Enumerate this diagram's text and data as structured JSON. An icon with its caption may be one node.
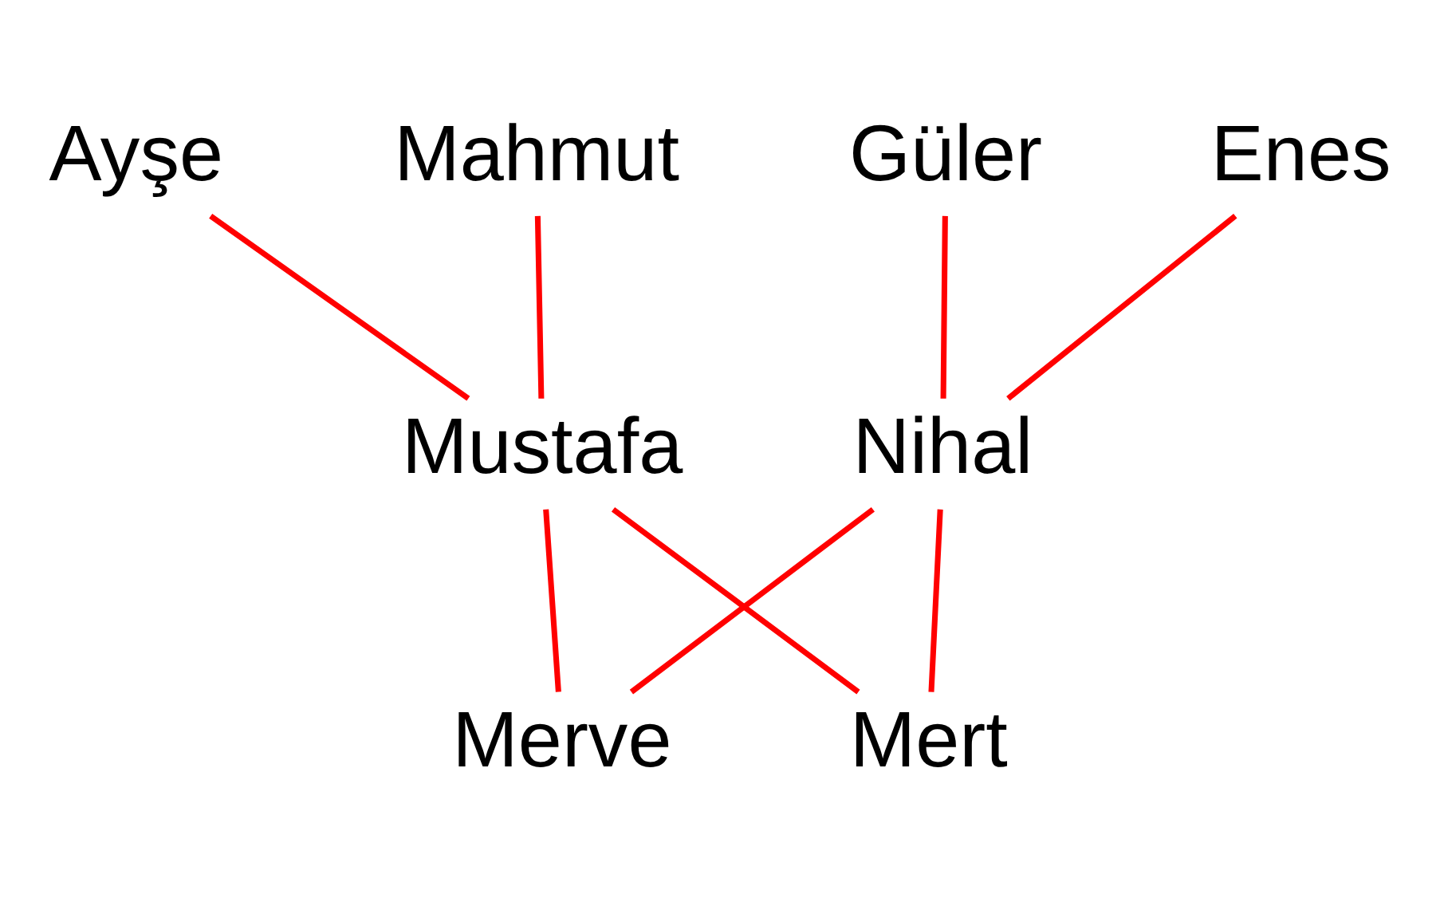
{
  "diagram": {
    "nodes": [
      {
        "text": [
          "Ayşe"
        ]
      },
      {
        "text": [
          "Mahmut"
        ]
      },
      {
        "text": [
          "Güler"
        ]
      },
      {
        "text": [
          "Enes"
        ]
      },
      {
        "text": [
          "Mustafa"
        ]
      },
      {
        "text": [
          "Nihal"
        ]
      },
      {
        "text": [
          "Merve"
        ]
      },
      {
        "text": [
          "Mert"
        ]
      }
    ],
    "edges": [
      {
        "from": 0,
        "to": 4,
        "arrow": "none"
      },
      {
        "from": 1,
        "to": 4,
        "arrow": "none"
      },
      {
        "from": 2,
        "to": 5,
        "arrow": "none"
      },
      {
        "from": 3,
        "to": 5,
        "arrow": "none"
      },
      {
        "from": 4,
        "to": 6,
        "arrow": "none"
      },
      {
        "from": 4,
        "to": 7,
        "arrow": "none"
      },
      {
        "from": 5,
        "to": 6,
        "arrow": "none"
      },
      {
        "from": 5,
        "to": 7,
        "arrow": "none"
      }
    ]
  }
}
